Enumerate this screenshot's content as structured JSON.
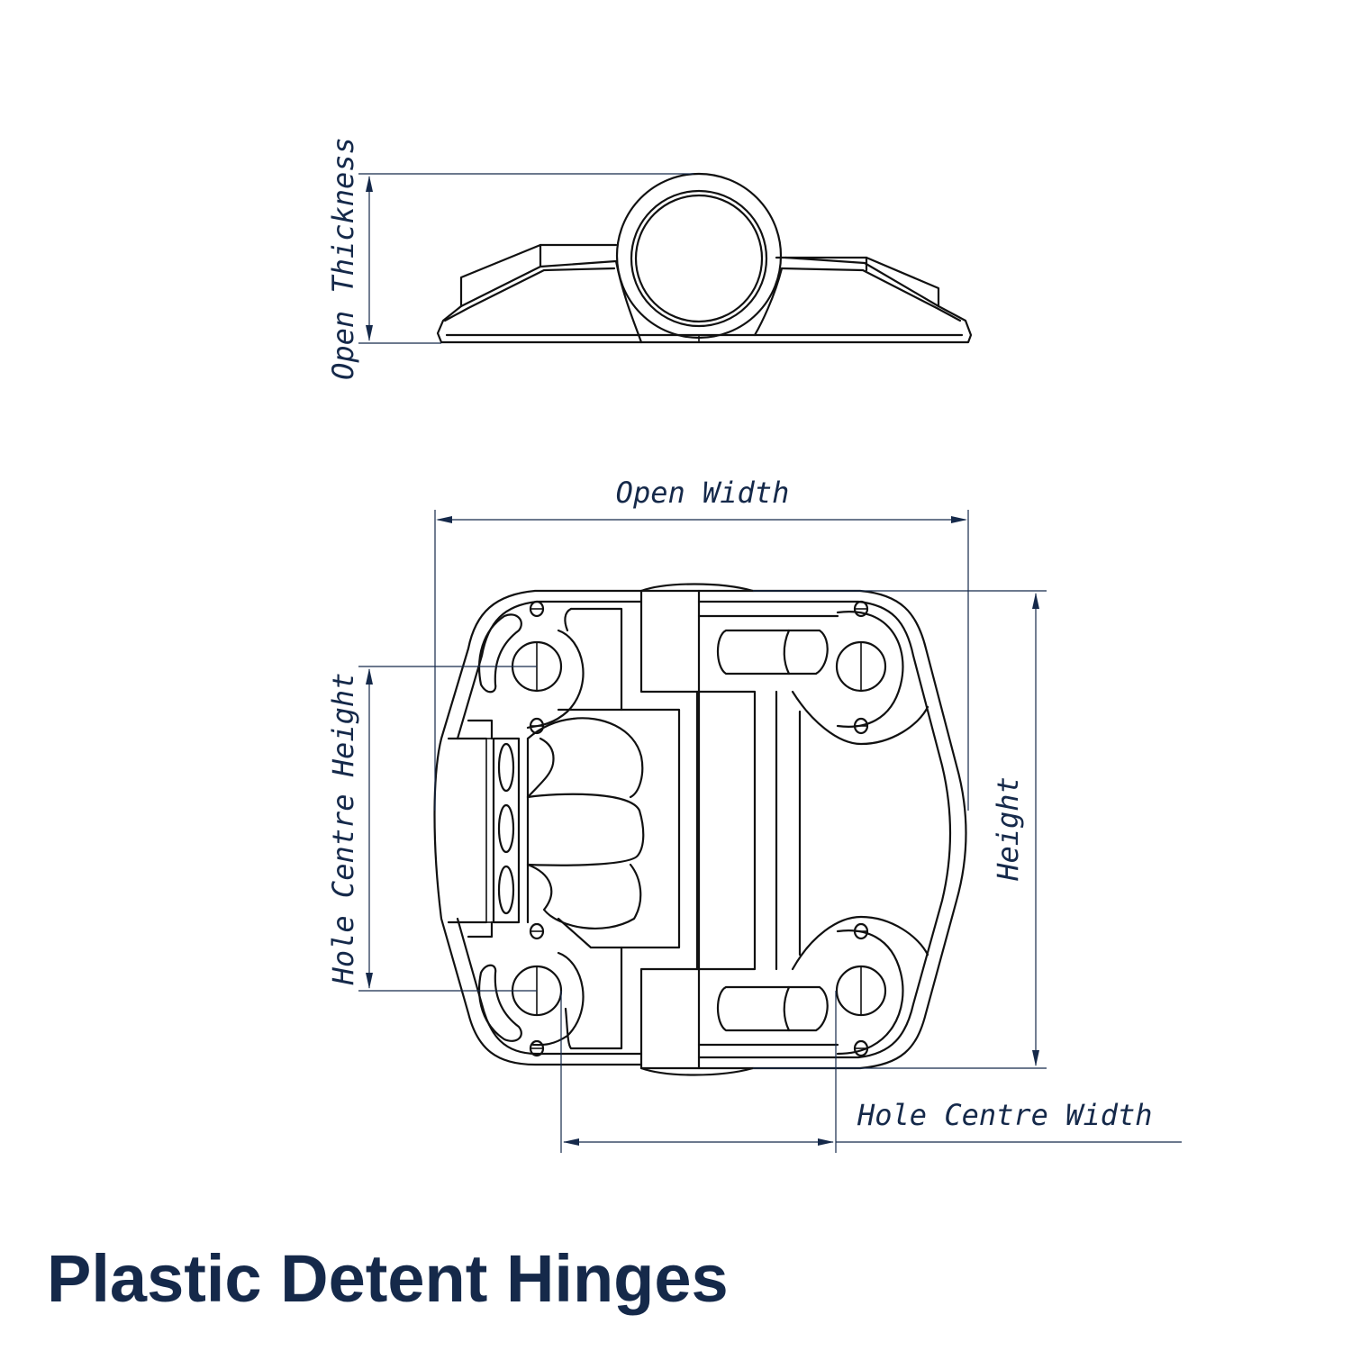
{
  "title": "Plastic Detent Hinges",
  "dimensions": {
    "open_thickness": "Open Thickness",
    "open_width": "Open Width",
    "height": "Height",
    "hole_centre_height": "Hole Centre Height",
    "hole_centre_width": "Hole Centre Width"
  },
  "colors": {
    "text": "#15294a",
    "linework": "#111111"
  }
}
